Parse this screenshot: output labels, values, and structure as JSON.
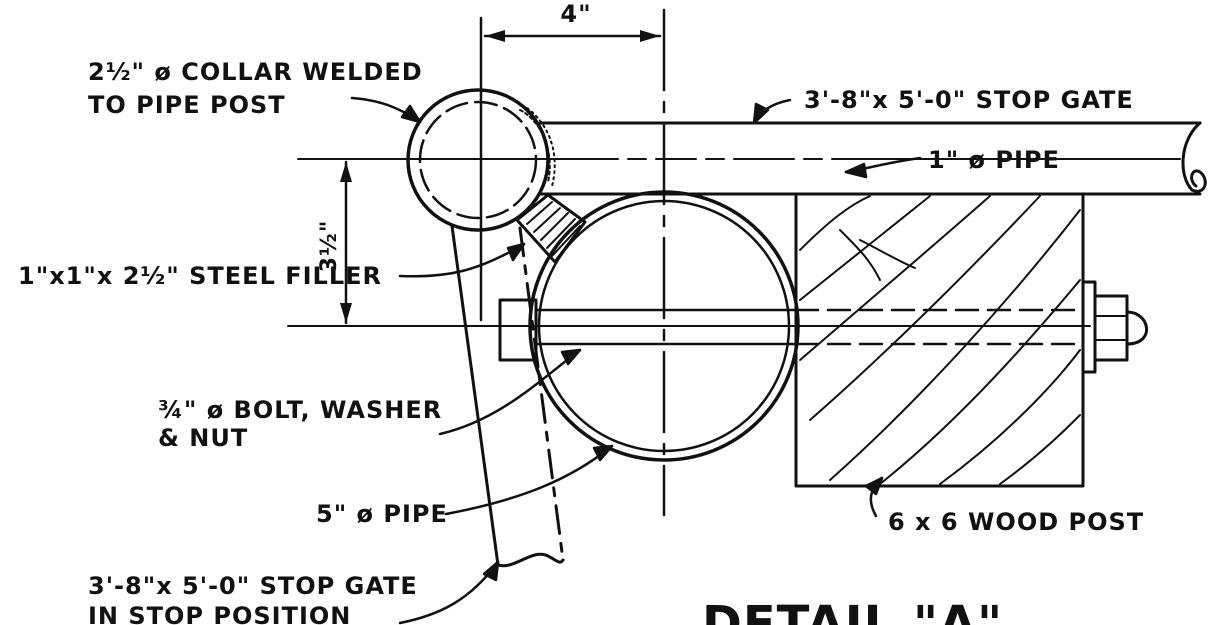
{
  "drawing": {
    "dimension_top": "4\"",
    "dimension_side": "3½\"",
    "labels": {
      "collar_line1": "2½\" ø COLLAR WELDED",
      "collar_line2": "TO PIPE POST",
      "stop_gate_top": "3'-8\"x 5'-0\" STOP GATE",
      "pipe_1in": "1\" ø PIPE",
      "steel_filler": "1\"x1\"x 2½\" STEEL FILLER",
      "bolt_line1": "¾\" ø BOLT, WASHER",
      "bolt_line2": "& NUT",
      "pipe_5in": "5\" ø PIPE",
      "wood_post": "6 x 6 WOOD POST",
      "stop_gate_bottom_line1": "3'-8\"x 5'-0\" STOP GATE",
      "stop_gate_bottom_line2": "IN STOP POSITION",
      "detail_title": "DETAIL \"A\""
    }
  },
  "colors": {
    "ink": "#111111",
    "paper": "#ffffff"
  }
}
